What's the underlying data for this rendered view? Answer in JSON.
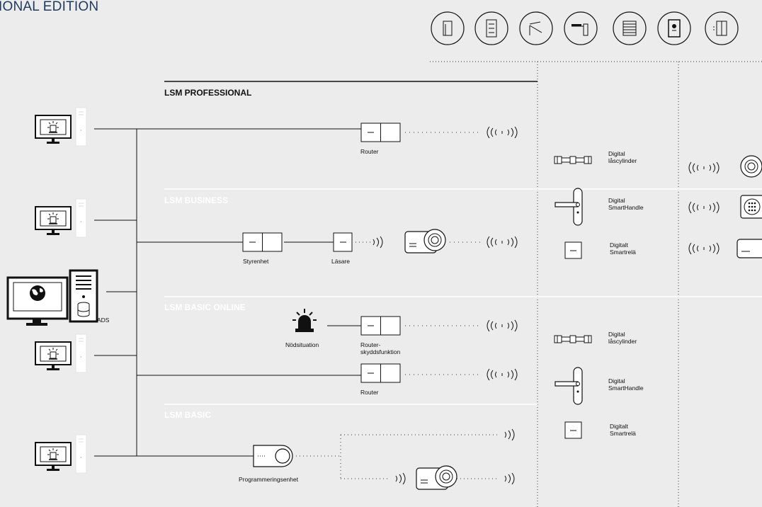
{
  "header": {
    "title": "IONAL EDITION"
  },
  "sections": {
    "professional": "LSM PROFESSIONAL",
    "business": "LSM BUSINESS",
    "basic_online": "LSM BASIC ONLINE",
    "basic": "LSM BASIC"
  },
  "devices": {
    "router_1": "Router",
    "styrenhet": "Styrenhet",
    "lasare": "Läsare",
    "nodsituation": "Nödsituation",
    "router_skydd": "Router-\nskyddsfunktion",
    "router_2": "Router",
    "programmering": "Programmeringsenhet",
    "ads": "ADS"
  },
  "components_top": {
    "cylinder": "Digital\nlåscylinder",
    "handle": "Digital\nSmartHandle",
    "relay": "Digitalt\nSmartrelä"
  },
  "components_bottom": {
    "cylinder": "Digital\nlåscylinder",
    "handle": "Digital\nSmartHandle",
    "relay": "Digitalt\nSmartrelä"
  },
  "door_types": [
    "door-icon",
    "cabinet-icon",
    "barrier-icon",
    "gate-icon",
    "shutter-icon",
    "hazard-door-icon",
    "elevator-icon"
  ],
  "colors": {
    "background": "#ececec",
    "title": "#1f3a5f",
    "line": "#1a1a1a",
    "divider": "#ffffff"
  }
}
